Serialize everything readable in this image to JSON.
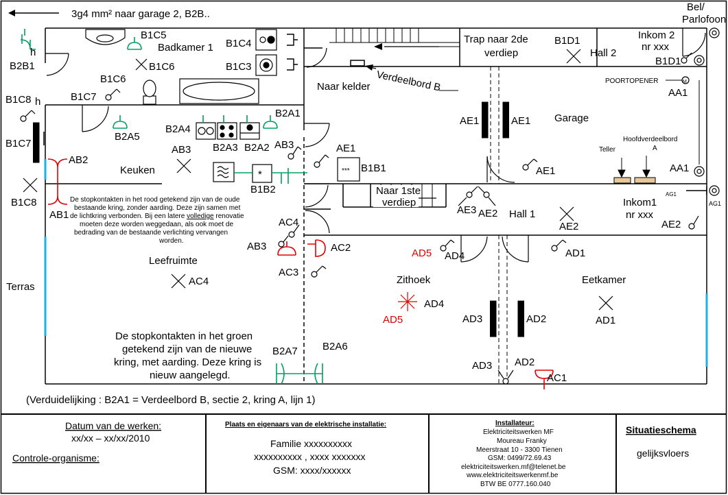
{
  "header": {
    "cable": "3g4 mm² naar garage 2, B2B.."
  },
  "rooms": {
    "badkamer": "Badkamer 1",
    "trap": [
      "Trap naar 2de",
      "verdiep"
    ],
    "hall2": "Hall 2",
    "inkom2": [
      "Inkom 2",
      "nr xxx"
    ],
    "belparlofoon": [
      "Bel/",
      "Parlofoon"
    ],
    "naar_kelder": "Naar kelder",
    "verdeelbord": "Verdeelbord B",
    "garage": "Garage",
    "poortopener": "POORTOPENER",
    "teller": "Teller",
    "hoofdverdeelbord": [
      "Hoofdverdeelbord",
      "A"
    ],
    "keuken": "Keuken",
    "naar1ste": [
      "Naar 1ste",
      "verdiep"
    ],
    "hall1": "Hall 1",
    "inkom1": [
      "Inkom1",
      "nr xxx"
    ],
    "leefruimte": "Leefruimte",
    "terras": "Terras",
    "zithoek": "Zithoek",
    "eetkamer": "Eetkamer"
  },
  "labels": {
    "B1C5": "B1C5",
    "B1C4": "B1C4",
    "B1C3": "B1C3",
    "B1C6a": "B1C6",
    "B1C6b": "B1C6",
    "B1C7": "B1C7",
    "B1C8h": "B1C8",
    "h1": "h",
    "h2": "h",
    "B2B1": "B2B1",
    "B1C7b": "B1C7",
    "B1C8": "B1C8",
    "B2A5": "B2A5",
    "B2A4": "B2A4",
    "B2A3": "B2A3",
    "B2A2": "B2A2",
    "B2A1": "B2A1",
    "AB3a": "AB3",
    "AB3b": "AB3",
    "AB2": "AB2",
    "AB1": "AB1",
    "B1B2": "B1B2",
    "B1B1": "B1B1",
    "AE1a": "AE1",
    "AE1b": "AE1",
    "AE1c": "AE1",
    "AE1d": "AE1",
    "B1D1a": "B1D1",
    "B1D1b": "B1D1",
    "AA1a": "AA1",
    "AA1b": "AA1",
    "AG1a": "AG1",
    "AG1b": "AG1",
    "AE2a": "AE2",
    "AE2b": "AE2",
    "AE2c": "AE2",
    "AE3": "AE3",
    "AC4a": "AC4",
    "AC4b": "AC4",
    "AB3c": "AB3",
    "AC3": "AC3",
    "AC2": "AC2",
    "AD5a": "AD5",
    "AD5b": "AD5",
    "AD4a": "AD4",
    "AD4b": "AD4",
    "AD1a": "AD1",
    "AD1b": "AD1",
    "AD3a": "AD3",
    "AD3b": "AD3",
    "AD2a": "AD2",
    "AD2b": "AD2",
    "AC1": "AC1",
    "B2A7": "B2A7",
    "B2A6": "B2A6",
    "switch_marker": "*",
    "fuse_marker": "***",
    "motor": "M"
  },
  "notes": {
    "red": [
      "De stopkontakten in het rood getekend zijn van de oude",
      "bestaande kring, zonder aarding. Deze zijn samen met",
      "de lichtkring verbonden. Bij een latere ",
      "volledige",
      " renovatie",
      "moeten deze worden weggedaan, als ook moet de",
      "bedrading van de bestaande verlichting vervangen",
      "worden."
    ],
    "green": [
      "De stopkontakten in het groen",
      "getekend zijn van de nieuwe",
      "kring, met aarding. Deze kring is",
      "nieuw aangelegd."
    ],
    "legend": "(Verduidelijking : B2A1 = Verdeelbord B, sectie 2, kring A, lijn 1)"
  },
  "title_block": {
    "datum_label": "Datum van de werken:",
    "datum_value": "xx/xx – xx/xx/2010",
    "controle": "Controle-organisme:",
    "plaats_label": "Plaats en eigenaars van de elektrische installatie:",
    "familie": "Familie xxxxxxxxxx",
    "adres": "xxxxxxxxxx , xxxx xxxxxxx",
    "gsm": "GSM: xxxx/xxxxxx",
    "installateur_label": "Installateur:",
    "installateur": [
      "Elektriciteitswerken MF",
      "Moureau Franky",
      "Meerstraat 10 - 3300 Tienen",
      "GSM: 0499/72.69.43",
      "elektriciteitswerken.mf@telenet.be",
      "www.elektriciteitswerkenmf.be",
      "BTW BE 0777.160.040"
    ],
    "schema_title": "Situatieschema",
    "schema_sub": "gelijksvloers"
  },
  "colors": {
    "red": "#e00000",
    "green": "#00a060",
    "blue": "#1ab0e8"
  }
}
